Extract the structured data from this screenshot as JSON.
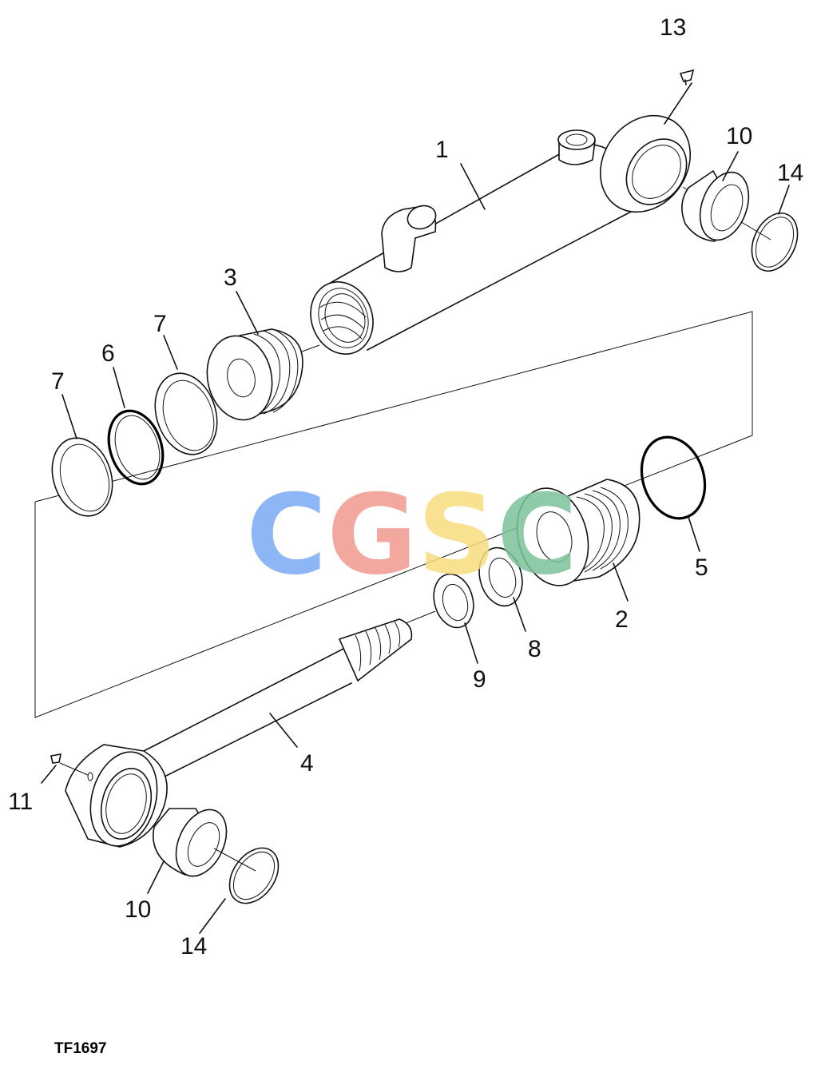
{
  "figure_code": "TF1697",
  "watermark": {
    "letters": [
      "C",
      "G",
      "S",
      "C"
    ],
    "colors": [
      "#7aaaf6",
      "#f29a8f",
      "#f7dc7e",
      "#7cc39a"
    ]
  },
  "callouts": {
    "c1": "1",
    "c2": "2",
    "c3": "3",
    "c4": "4",
    "c5": "5",
    "c6": "6",
    "c7a": "7",
    "c7b": "7",
    "c8": "8",
    "c9": "9",
    "c10a": "10",
    "c10b": "10",
    "c11": "11",
    "c13": "13",
    "c14a": "14",
    "c14b": "14"
  }
}
